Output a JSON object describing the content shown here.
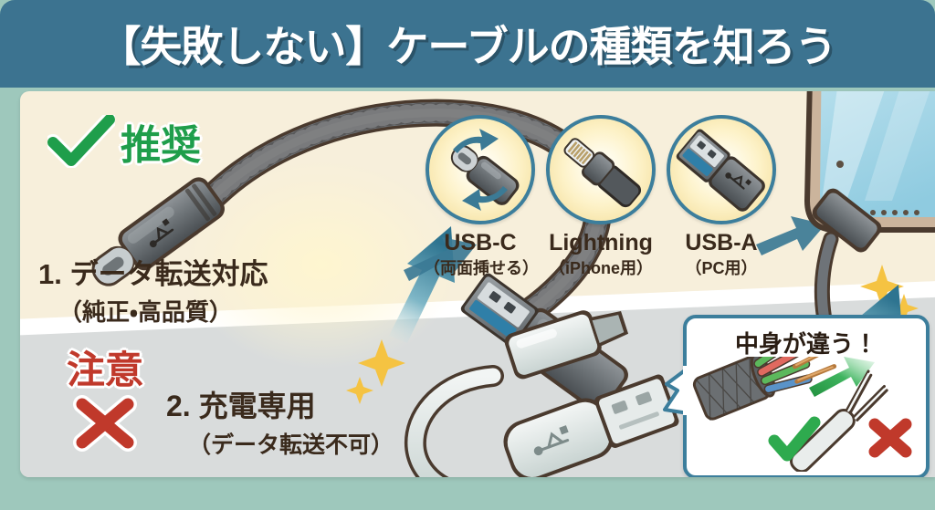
{
  "header": {
    "title": "【失敗しない】ケーブルの種類を知ろう",
    "bg_color": "#3c7390",
    "text_color": "#ffffff"
  },
  "sections": {
    "recommended": {
      "badge_label": "推奨",
      "badge_icon": "check-mark",
      "badge_color": "#1f9e4b",
      "caption_main": "1. データ転送対応",
      "caption_sub": "（純正・高品質）",
      "background_color": "#f7efdb"
    },
    "caution": {
      "badge_label": "注意",
      "badge_icon": "cross-mark",
      "badge_color": "#c0392b",
      "caption_main": "2. 充電専用",
      "caption_sub": "（データ転送不可）",
      "background_color": "#d9dcdc"
    }
  },
  "connectors": [
    {
      "name": "USB-C",
      "sub": "（両面挿せる）",
      "icon": "usb-c-connector-icon"
    },
    {
      "name": "Lightning",
      "sub": "（iPhone用）",
      "icon": "lightning-connector-icon"
    },
    {
      "name": "USB-A",
      "sub": "（PC用）",
      "icon": "usb-a-connector-icon"
    }
  ],
  "callout": {
    "title": "中身が違う！",
    "good_mark": "check-mark",
    "bad_mark": "cross-mark",
    "border_color": "#3c7e9c"
  },
  "palette": {
    "frame": "#9ec8bc",
    "title_bar": "#3c7390",
    "cream": "#f7efdb",
    "gray": "#d9dcdc",
    "green": "#1f9e4b",
    "red": "#c0392b",
    "teal": "#3c7e9c",
    "text_dark": "#3a2a1c"
  }
}
